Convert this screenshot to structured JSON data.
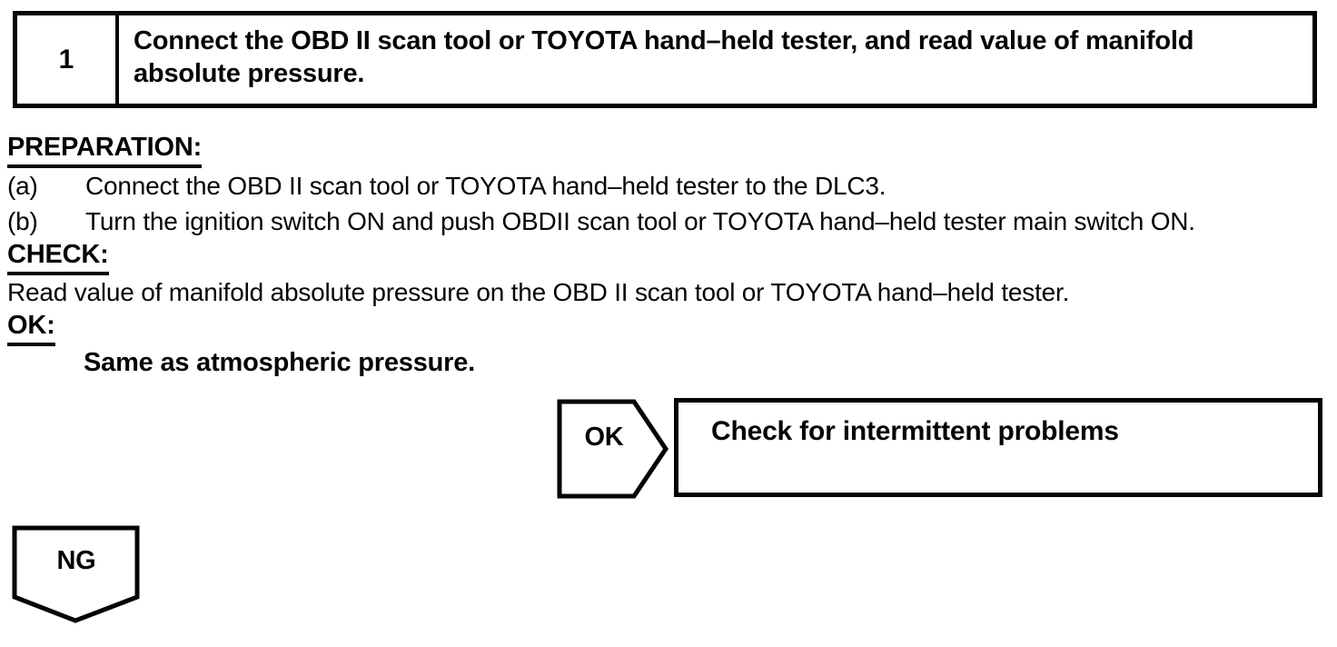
{
  "step": {
    "number": "1",
    "title": "Connect the OBD II scan tool or TOYOTA hand–held tester, and read value of manifold absolute pressure."
  },
  "sections": {
    "preparation_label": "PREPARATION:",
    "items": [
      {
        "marker": "(a)",
        "text": "Connect the OBD II scan tool or TOYOTA hand–held tester to the DLC3."
      },
      {
        "marker": "(b)",
        "text": "Turn the ignition switch ON and push OBDII scan tool or TOYOTA hand–held tester main switch ON."
      }
    ],
    "check_label": "CHECK:",
    "check_text": "Read value of manifold absolute pressure on the OBD II scan tool or TOYOTA hand–held tester.",
    "ok_label": "OK:",
    "ok_value": "Same as atmospheric pressure."
  },
  "flow": {
    "ok_connector_label": "OK",
    "ok_result_text": "Check for intermittent problems",
    "ng_connector_label": "NG"
  },
  "colors": {
    "ink": "#050505",
    "paper": "#ffffff"
  }
}
